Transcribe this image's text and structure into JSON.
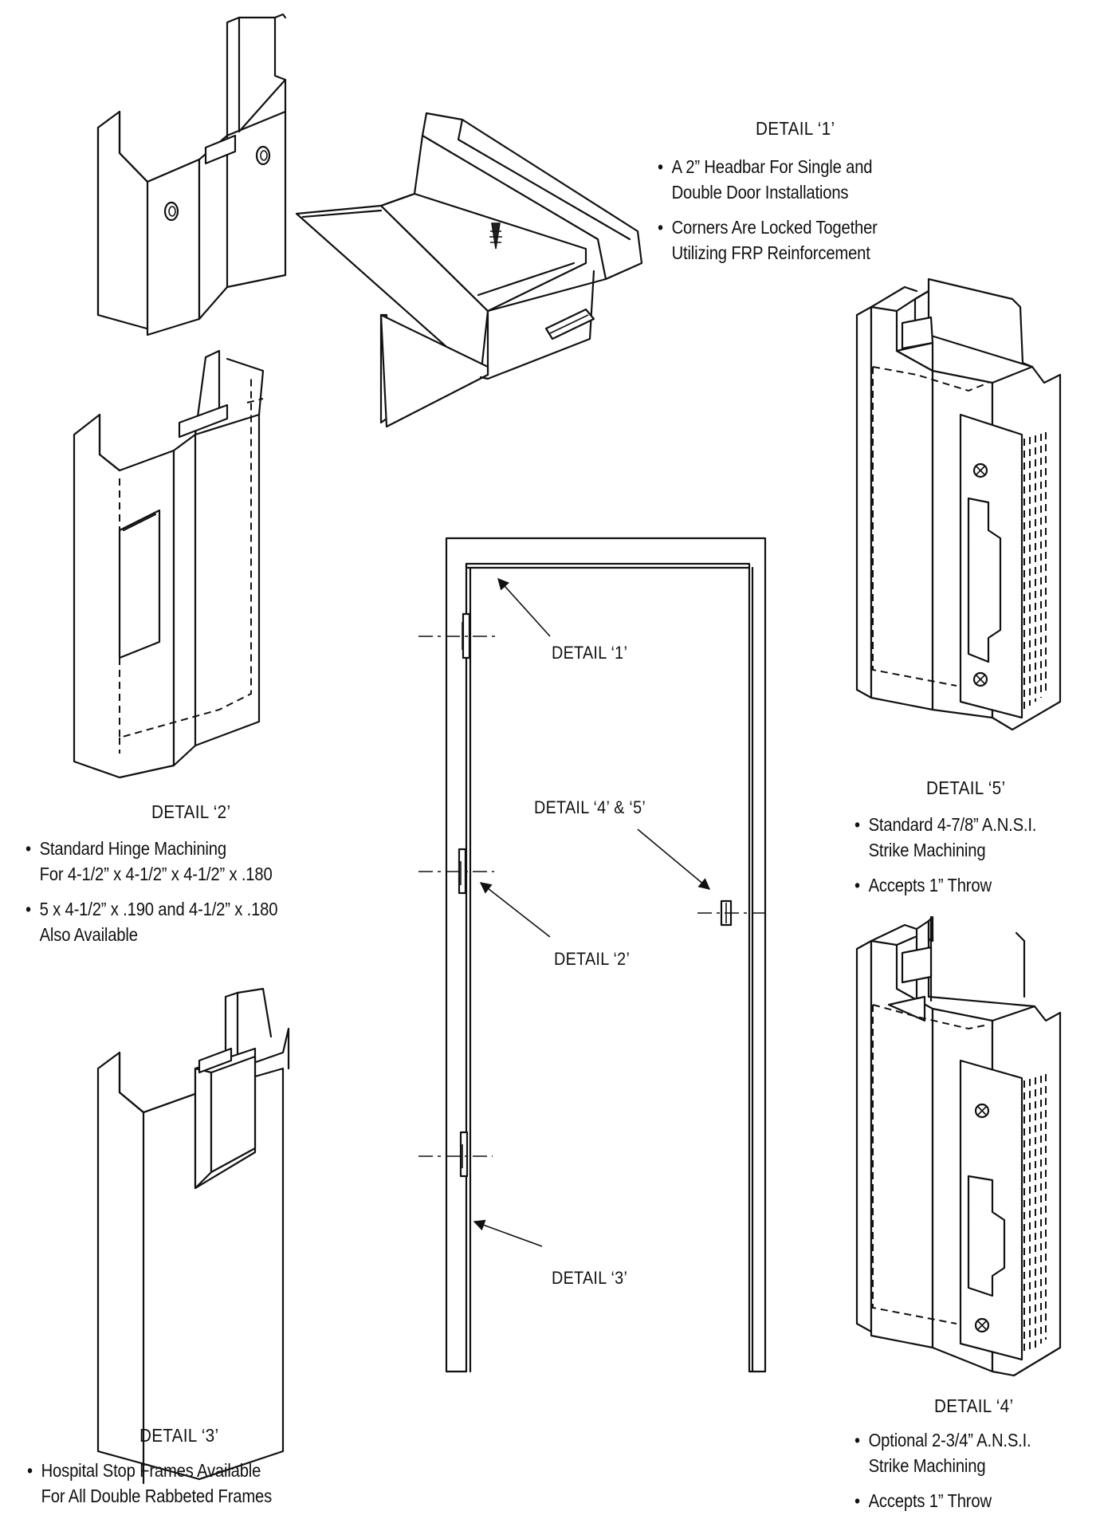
{
  "details": {
    "d1": {
      "title": "DETAIL ‘1’",
      "bullets": [
        {
          "line1": "A 2” Headbar For Single and",
          "line2": "Double Door Installations"
        },
        {
          "line1": "Corners Are Locked Together",
          "line2": "Utilizing FRP Reinforcement"
        }
      ]
    },
    "d2": {
      "title": "DETAIL ‘2’",
      "bullets": [
        {
          "line1": "Standard Hinge Machining",
          "line2": "For 4-1/2” x 4-1/2” x 4-1/2” x .180"
        },
        {
          "line1": "5 x 4-1/2” x .190 and 4-1/2” x .180",
          "line2": "Also Available"
        }
      ]
    },
    "d3": {
      "title": "DETAIL ‘3’",
      "bullets": [
        {
          "line1": "Hospital Stop Frames Available",
          "line2": "For All Double Rabbeted Frames"
        }
      ]
    },
    "d4": {
      "title": "DETAIL ‘4’",
      "bullets": [
        {
          "line1": "Optional 2-3/4” A.N.S.I.",
          "line2": "Strike Machining"
        },
        {
          "line1": "Accepts 1” Throw",
          "line2": ""
        }
      ]
    },
    "d5": {
      "title": "DETAIL ‘5’",
      "bullets": [
        {
          "line1": "Standard 4-7/8” A.N.S.I.",
          "line2": "Strike Machining"
        },
        {
          "line1": "Accepts 1” Throw",
          "line2": ""
        }
      ]
    }
  },
  "callouts": {
    "c1": "DETAIL ‘1’",
    "c45": "DETAIL ‘4’ & ‘5’",
    "c2": "DETAIL ‘2’",
    "c3": "DETAIL ‘3’"
  }
}
